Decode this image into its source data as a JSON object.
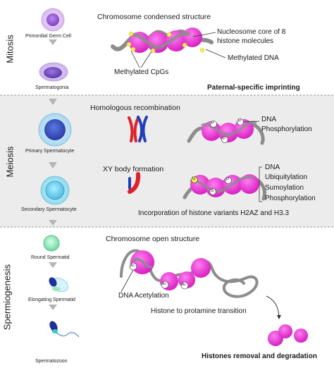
{
  "stages": {
    "mitosis": "Mitosis",
    "meiosis": "Meiosis",
    "spermiogenesis": "Spermiogenesis"
  },
  "cells": [
    "Primordial Germ Cell",
    "Spermatogonia",
    "Primary Spermatocyte",
    "Secondary Spermatocyte",
    "Round Spermatid",
    "Elongating Spermatid",
    "Spermatozoon"
  ],
  "mitosis_panel": {
    "title": "Chromosome condensed structure",
    "nucleosome_label_1": "Nucleosome core of 8",
    "nucleosome_label_2": "histone molecules",
    "methylated_dna": "Methylated DNA",
    "methylated_cpgs": "Methylated CpGs",
    "imprinting": "Paternal-specific imprinting"
  },
  "meiosis_panel": {
    "recombination": "Homologous recombination",
    "phospho_1": "DNA",
    "phospho_2": "Phosphorylation",
    "xy_body": "XY body formation",
    "mods": [
      "DNA",
      "Ubiquitylation",
      "Sumoylation",
      "Phosphorylation"
    ],
    "histone_variants": "Incorporation of histone variants H2AZ and H3.3",
    "marker_p": "P",
    "marker_u": "U",
    "marker_s": "S"
  },
  "spermio_panel": {
    "title": "Chromosome open structure",
    "acetylation": "DNA Acetylation",
    "marker_ac": "Ac",
    "transition": "Histone to protamine transition",
    "removal": "Histones removal and degradation"
  },
  "colors": {
    "band": "#ececec",
    "histone": "#ee2fd3",
    "histone_dark": "#a8189a",
    "dna": "#8c8c8c",
    "cpg": "#f2ee4a",
    "chrom_red": "#e31e24",
    "chrom_blue": "#1f3fbf",
    "arrow": "#b5b5b5"
  }
}
